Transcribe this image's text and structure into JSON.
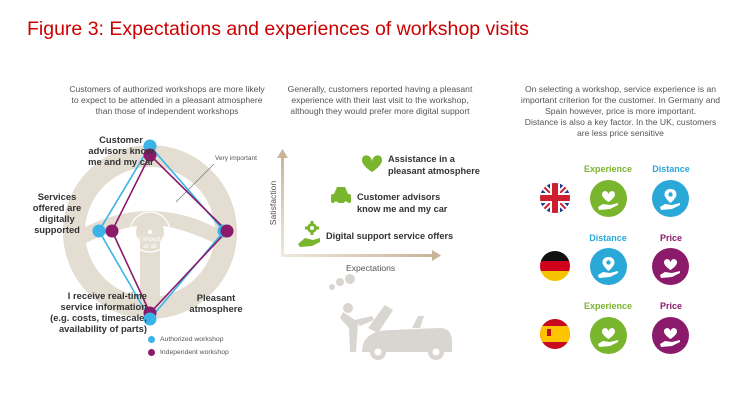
{
  "title": "Figure 3: Expectations and experiences of workshop visits",
  "col1": {
    "intro": [
      "Customers of authorized workshops are more likely",
      "to expect to be attended in a pleasant atmosphere",
      "than those of independent workshops"
    ],
    "labels": {
      "top": [
        "Customer",
        "advisors know",
        "me and my car"
      ],
      "left": [
        "Services",
        "offered are",
        "digitally",
        "supported"
      ],
      "bottom": [
        "I receive real-time",
        "service information",
        "(e.g. costs, timescale,",
        "availability of parts)"
      ],
      "right": [
        "Pleasant",
        "atmosphere"
      ]
    },
    "very_important": "Very important",
    "not_important": [
      "Not important",
      "at all"
    ],
    "legend": [
      {
        "label": "Authorized workshop",
        "color": "#3ab4e6"
      },
      {
        "label": "Independent workshop",
        "color": "#8b1a6b"
      }
    ]
  },
  "col2": {
    "intro": [
      "Generally, customers reported having a pleasant",
      "experience with their last visit to the workshop,",
      "although they would prefer more digital support"
    ],
    "y_label": "Satisfaction",
    "x_label": "Expectations",
    "items": [
      {
        "label": [
          "Assistance in a",
          "pleasant atmosphere"
        ],
        "icon": "heart-icon"
      },
      {
        "label": [
          "Customer advisors",
          "know me and my car"
        ],
        "icon": "car-icon"
      },
      {
        "label": [
          "Digital support service offers"
        ],
        "icon": "gear-hand-icon"
      }
    ]
  },
  "col3": {
    "intro": [
      "On selecting a workshop, service experience is an",
      "important criterion for the customer. In Germany and",
      "Spain however, price is more important.",
      "Distance is also a key factor. In the UK, customers",
      "are less price sensitive"
    ],
    "rows": [
      {
        "country": "UK",
        "flag": "uk-flag",
        "items": [
          {
            "label": "Experience",
            "color": "#7ab52e",
            "icon": "heart-hand-icon"
          },
          {
            "label": "Distance",
            "color": "#2aa8d8",
            "icon": "location-hand-icon"
          }
        ]
      },
      {
        "country": "Germany",
        "flag": "germany-flag",
        "items": [
          {
            "label": "Distance",
            "color": "#2aa8d8",
            "icon": "location-hand-icon"
          },
          {
            "label": "Price",
            "color": "#8b1a6b",
            "icon": "heart-hand-icon"
          }
        ]
      },
      {
        "country": "Spain",
        "flag": "spain-flag",
        "items": [
          {
            "label": "Experience",
            "color": "#7ab52e",
            "icon": "heart-hand-icon"
          },
          {
            "label": "Price",
            "color": "#8b1a6b",
            "icon": "heart-hand-icon"
          }
        ]
      }
    ]
  },
  "colors": {
    "title": "#cc0000",
    "green": "#7ab52e",
    "blue": "#2aa8d8",
    "purple": "#8b1a6b",
    "wheel": "#e3ddd2"
  }
}
